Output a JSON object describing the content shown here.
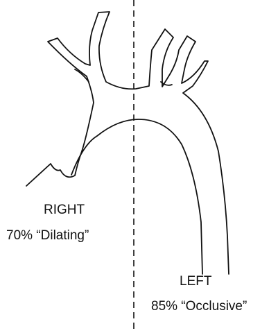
{
  "colors": {
    "stroke": "#111111",
    "background": "#ffffff"
  },
  "labels": {
    "right_side": {
      "title": "RIGHT",
      "description": "70% “Dilating”"
    },
    "left_side": {
      "title": "LEFT",
      "description": "85% “Occlusive”"
    }
  }
}
